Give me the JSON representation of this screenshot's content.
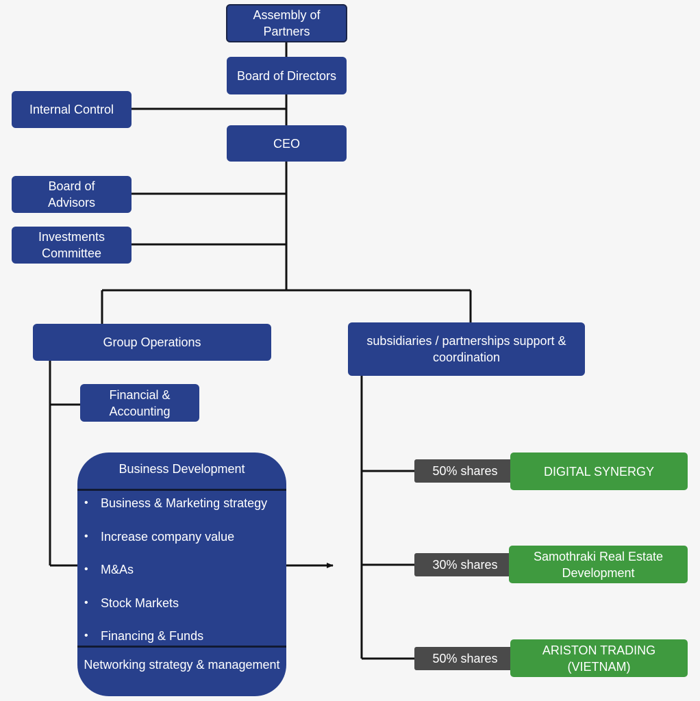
{
  "nodes": {
    "assembly": "Assembly of Partners",
    "board_directors": "Board of Directors",
    "internal_control": "Internal Control",
    "ceo": "CEO",
    "board_advisors": "Board of Advisors",
    "investments_committee": "Investments Committee",
    "group_operations": "Group Operations",
    "subsidiaries": "subsidiaries / partnerships support & coordination",
    "financial_accounting": "Financial & Accounting"
  },
  "business_development": {
    "title": "Business Development",
    "items": [
      "Business & Marketing strategy",
      "Increase company value",
      "M&As",
      "Stock Markets",
      "Financing & Funds"
    ],
    "footer": "Networking strategy & management"
  },
  "subsidiaries_list": [
    {
      "shares": "50% shares",
      "name": "DIGITAL SYNERGY"
    },
    {
      "shares": "30% shares",
      "name": "Samothraki Real Estate Development"
    },
    {
      "shares": "50% shares",
      "name": "ARISTON TRADING (VIETNAM)"
    }
  ],
  "colors": {
    "box_blue": "#28408c",
    "green": "#3f9a3f",
    "share_gray": "#4a4a4a",
    "line": "#111111"
  }
}
